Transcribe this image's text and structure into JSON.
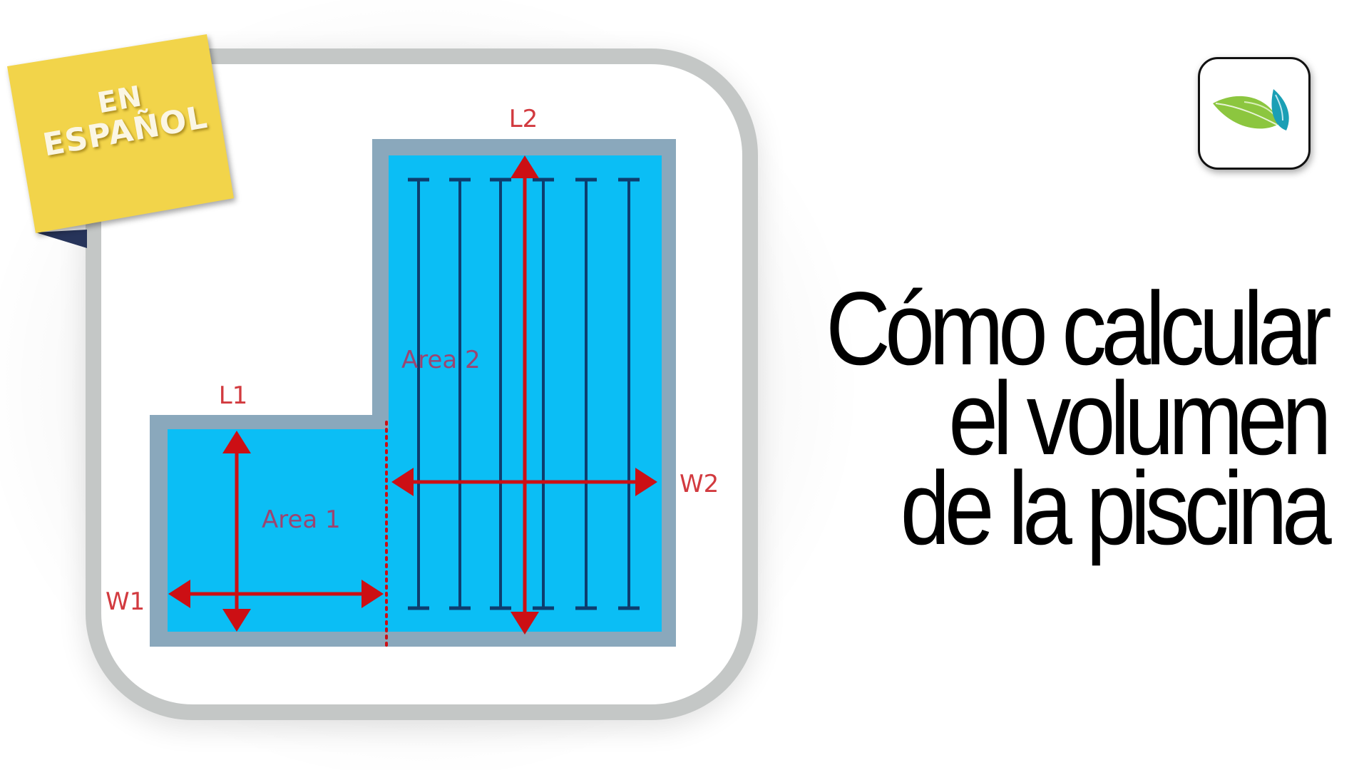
{
  "badge": {
    "line1": "EN",
    "line2": "ESPAÑOL",
    "background": "#f2d44a",
    "ribbon_color": "#27345a"
  },
  "logo": {
    "icon": "leaf-logo-icon",
    "leaf_green": "#8cc63f",
    "leaf_teal": "#1a9fb5"
  },
  "title": {
    "line1": "Cómo calcular",
    "line2": "el volumen",
    "line3": "de la piscina"
  },
  "diagram": {
    "labels": {
      "l1": "L1",
      "l2": "L2",
      "w1": "W1",
      "w2": "W2",
      "area1": "Area 1",
      "area2": "Area 2"
    },
    "colors": {
      "water": "#0bbef5",
      "pool_edge": "#8aa8bc",
      "lane_lines": "#0d3d6e",
      "arrows": "#cc0f14",
      "frame_border": "#c4c7c6"
    },
    "lane_count": 6
  }
}
